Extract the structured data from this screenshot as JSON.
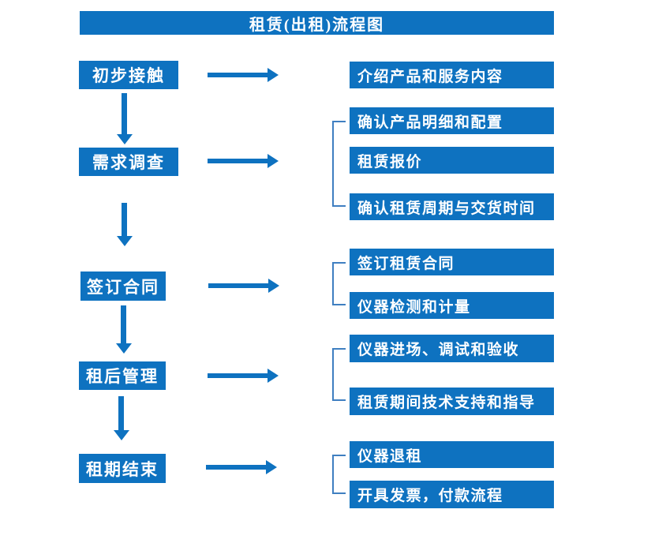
{
  "title": "租赁(出租)流程图",
  "colors": {
    "primary": "#0e72c0",
    "bracket": "#3f7fc1",
    "text_on_primary": "#ffffff",
    "background": "#ffffff"
  },
  "steps": [
    {
      "label": "初步接触",
      "details": [
        "介绍产品和服务内容"
      ]
    },
    {
      "label": "需求调查",
      "details": [
        "确认产品明细和配置",
        "租赁报价",
        "确认租赁周期与交货时间"
      ]
    },
    {
      "label": "签订合同",
      "details": [
        "签订租赁合同",
        "仪器检测和计量"
      ]
    },
    {
      "label": "租后管理",
      "details": [
        "仪器进场、调试和验收",
        "租赁期间技术支持和指导"
      ]
    },
    {
      "label": "租期结束",
      "details": [
        "仪器退租",
        "开具发票，付款流程"
      ]
    }
  ]
}
